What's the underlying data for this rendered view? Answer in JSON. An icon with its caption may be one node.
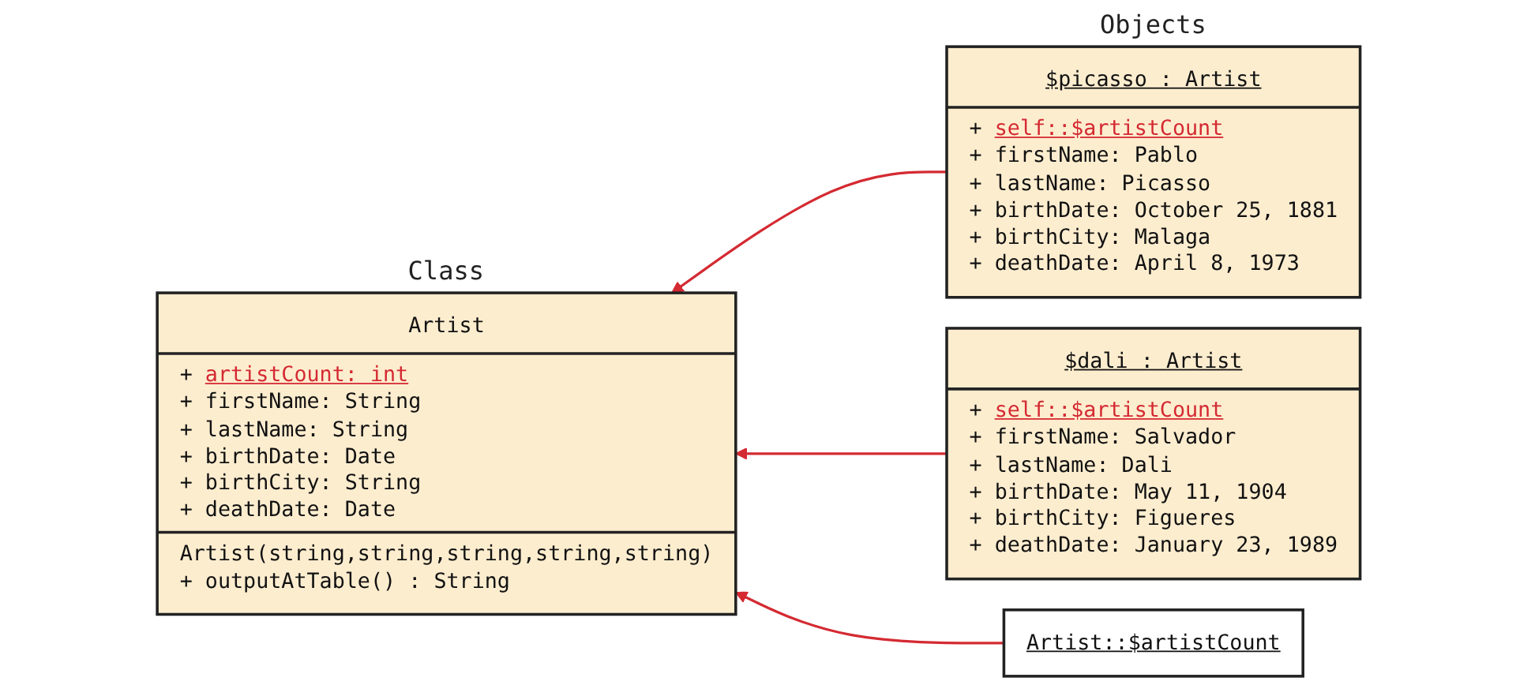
{
  "diagram": {
    "nodes": [
      {
        "text": [
          "Artist",
          "+ artistCount: int",
          "+ firstName: String",
          "+ lastName: String",
          "+ birthDate: Date",
          "+ birthCity: String",
          "+ deathDate: Date",
          "Artist(string,string,string,string,string)",
          "+ outputAtTable() : String"
        ],
        "beside": [
          "Class"
        ]
      },
      {
        "text": [
          "$picasso : Artist",
          "+ self::$artistCount",
          "+ firstName: Pablo",
          "+ lastName: Picasso",
          "+ birthDate: October 25, 1881",
          "+ birthCity: Malaga",
          "+ deathDate: April 8, 1973"
        ]
      },
      {
        "text": [
          "$dali : Artist",
          "+ self::$artistCount",
          "+ firstName: Salvador",
          "+ lastName: Dali",
          "+ birthDate: May 11, 1904",
          "+ birthCity: Figueres",
          "+ deathDate: January 23, 1989"
        ]
      },
      {
        "text": [
          "Artist::$artistCount"
        ]
      }
    ],
    "edges": [
      {
        "from": 1,
        "to": 0,
        "arrow": "to",
        "color": "#d42a32"
      },
      {
        "from": 2,
        "to": 0,
        "arrow": "to",
        "color": "#d42a32"
      },
      {
        "from": 3,
        "to": 0,
        "arrow": "to",
        "color": "#d42a32"
      }
    ],
    "labels": [
      "Objects"
    ]
  }
}
